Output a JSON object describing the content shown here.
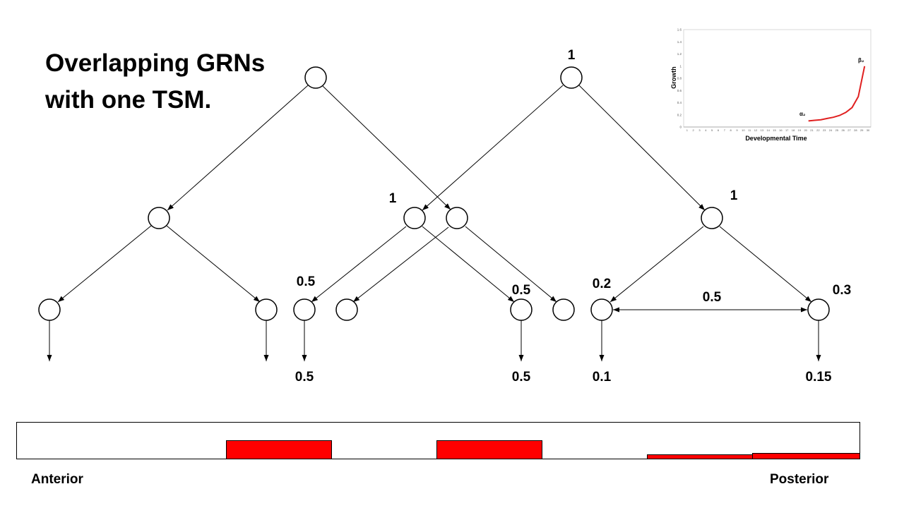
{
  "title": {
    "line1": "Overlapping GRNs",
    "line2": "with one TSM."
  },
  "node_labels": {
    "root_b": "1",
    "mid_b1": "1",
    "mid_b3": "1",
    "leaf_b1": "0.5",
    "leaf_b4": "0.5",
    "leaf_c1": "0.2",
    "leaf_c2": "0.3",
    "edge_c1_c2": "0.5"
  },
  "outputs": {
    "out_b1": "0.5",
    "out_b4": "0.5",
    "out_c1": "0.1",
    "out_c2": "0.15"
  },
  "axis_bar": {
    "anterior": "Anterior",
    "posterior": "Posterior",
    "accent": "#ff0000"
  },
  "inset_chart": {
    "xlabel": "Developmental Time",
    "ylabel": "Growth",
    "alpha_label": "α₂",
    "beta_label": "β₂"
  },
  "chart_data": {
    "type": "line",
    "xlabel": "Developmental Time",
    "ylabel": "Growth",
    "xlim": [
      0,
      30
    ],
    "ylim": [
      0,
      1.6
    ],
    "yticks": [
      "0",
      "0.2",
      "0.4",
      "0.6",
      "0.8",
      "1",
      "1.2",
      "1.4",
      "1.6"
    ],
    "xticks": [
      "1",
      "2",
      "3",
      "4",
      "5",
      "6",
      "7",
      "8",
      "9",
      "10",
      "11",
      "12",
      "13",
      "14",
      "15",
      "16",
      "17",
      "18",
      "19",
      "20",
      "21",
      "22",
      "23",
      "24",
      "25",
      "26",
      "27",
      "28",
      "29",
      "30"
    ],
    "series": [
      {
        "color": "#e02020",
        "x": [
          20,
          21,
          22,
          23,
          24,
          25,
          26,
          27,
          28,
          29
        ],
        "y": [
          0.1,
          0.11,
          0.12,
          0.14,
          0.16,
          0.19,
          0.24,
          0.32,
          0.5,
          1.0
        ]
      }
    ]
  }
}
